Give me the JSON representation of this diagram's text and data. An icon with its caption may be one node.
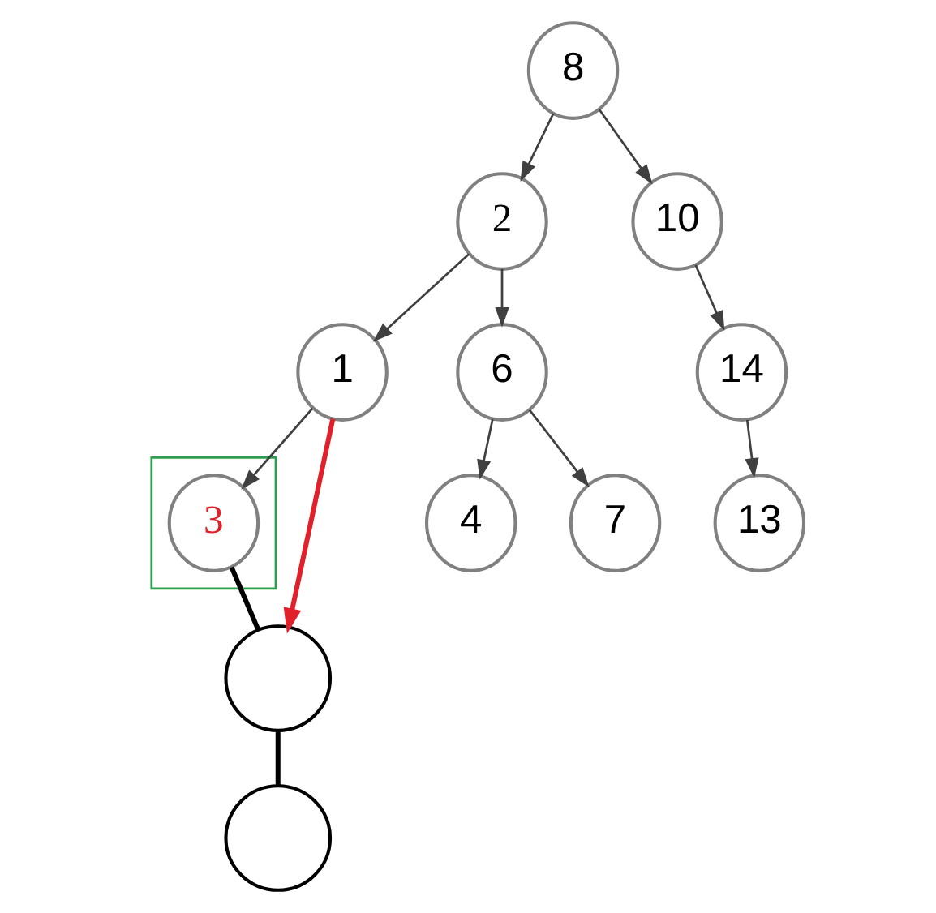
{
  "diagram": {
    "nodes": [
      {
        "text": [
          "8"
        ]
      },
      {
        "text": [
          "2"
        ]
      },
      {
        "text": [
          "10"
        ]
      },
      {
        "text": [
          "1"
        ]
      },
      {
        "text": [
          "6"
        ]
      },
      {
        "text": [
          "14"
        ]
      },
      {
        "text": [],
        "shape": "box"
      },
      {
        "text": [
          "3"
        ],
        "in": 6
      },
      {
        "text": [
          "4"
        ]
      },
      {
        "text": [
          "7"
        ]
      },
      {
        "text": [
          "13"
        ]
      },
      {
        "text": [],
        "shape": "circle"
      },
      {
        "text": [],
        "shape": "circle"
      }
    ],
    "edges": [
      {
        "from": 0,
        "to": 1,
        "arrow": "to"
      },
      {
        "from": 0,
        "to": 2,
        "arrow": "to"
      },
      {
        "from": 1,
        "to": 3,
        "arrow": "to"
      },
      {
        "from": 1,
        "to": 4,
        "arrow": "to"
      },
      {
        "from": 2,
        "to": 5,
        "arrow": "to"
      },
      {
        "from": 3,
        "to": 7,
        "arrow": "to"
      },
      {
        "from": 4,
        "to": 8,
        "arrow": "to"
      },
      {
        "from": 4,
        "to": 9,
        "arrow": "to"
      },
      {
        "from": 5,
        "to": 10,
        "arrow": "to"
      },
      {
        "from": 3,
        "to": 11,
        "arrow": "to",
        "style": "thick",
        "color": "#e0202a"
      },
      {
        "from": 7,
        "to": 11,
        "arrow": "none",
        "style": "thick",
        "color": "#000000"
      },
      {
        "from": 11,
        "to": 12,
        "arrow": "none",
        "style": "thick",
        "color": "#000000"
      }
    ]
  }
}
